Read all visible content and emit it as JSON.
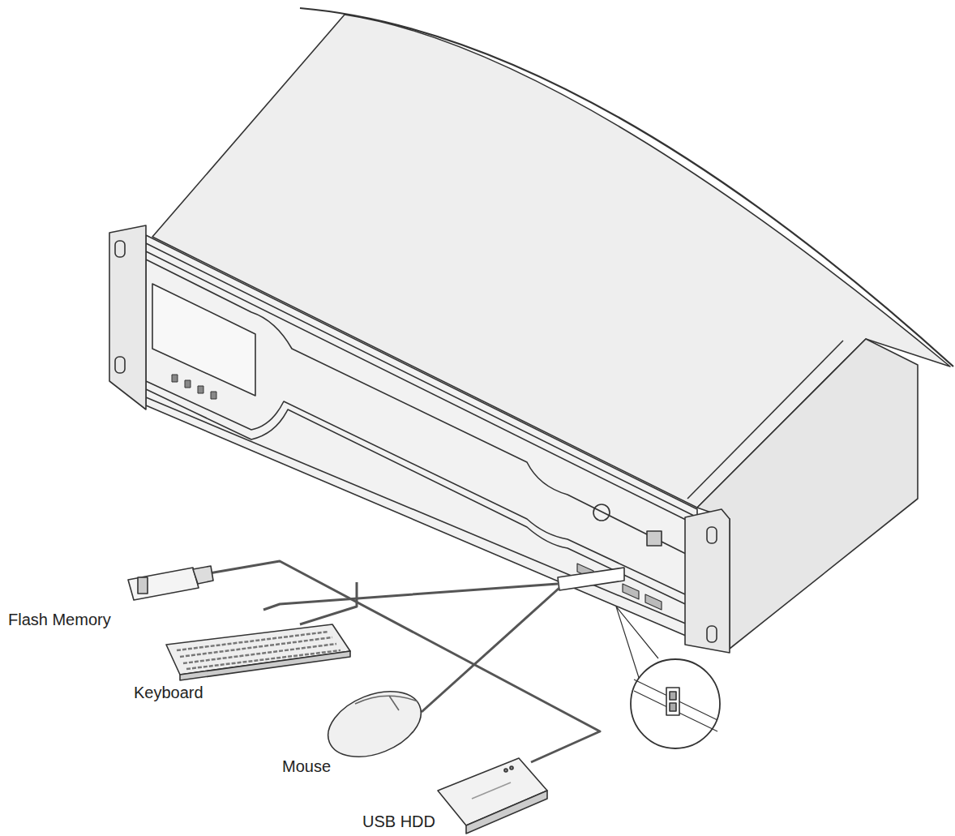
{
  "diagram": {
    "labels": [
      "Flash Memory",
      "Keyboard",
      "Mouse",
      "USB HDD"
    ]
  }
}
